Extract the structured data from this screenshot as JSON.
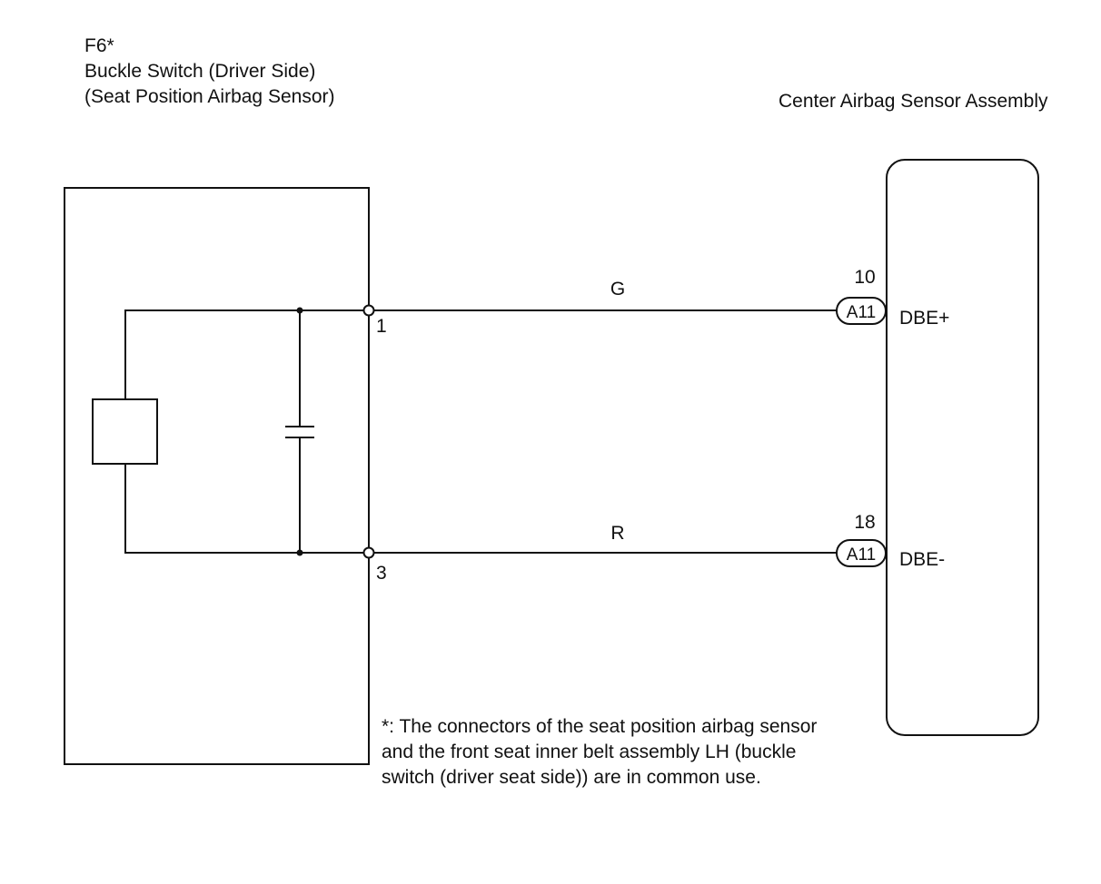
{
  "left_component": {
    "connector_id": "F6*",
    "name_line1": "Buckle Switch (Driver Side)",
    "name_line2": "(Seat Position Airbag Sensor)"
  },
  "right_component": {
    "name": "Center Airbag Sensor Assembly"
  },
  "wires": [
    {
      "color_code": "G",
      "left_pin": "1",
      "right_pin": "10",
      "connector": "A11",
      "terminal": "DBE+"
    },
    {
      "color_code": "R",
      "left_pin": "3",
      "right_pin": "18",
      "connector": "A11",
      "terminal": "DBE-"
    }
  ],
  "note": {
    "line1": "*: The connectors of the seat position airbag sensor",
    "line2": "and the front seat inner belt assembly LH (buckle",
    "line3": "switch (driver seat side)) are in common use."
  }
}
